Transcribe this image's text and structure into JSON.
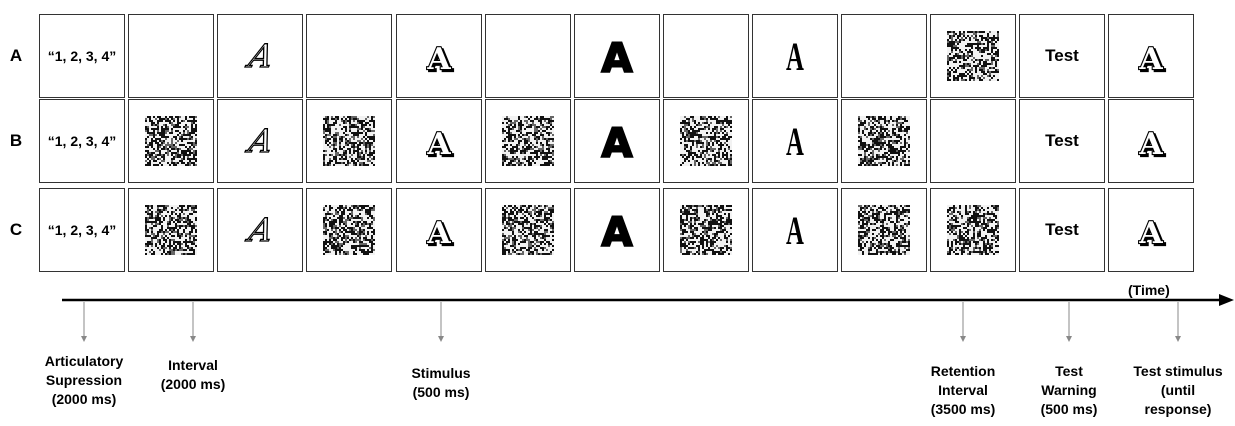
{
  "conditions": [
    {
      "label": "A",
      "cells": [
        {
          "type": "text",
          "text": "“1, 2, 3, 4”"
        },
        {
          "type": "blank"
        },
        {
          "type": "glyph",
          "font": "script"
        },
        {
          "type": "blank"
        },
        {
          "type": "glyph",
          "font": "decorative"
        },
        {
          "type": "blank"
        },
        {
          "type": "glyph",
          "font": "bold"
        },
        {
          "type": "blank"
        },
        {
          "type": "glyph",
          "font": "condensed"
        },
        {
          "type": "blank"
        },
        {
          "type": "noise"
        },
        {
          "type": "test",
          "text": "Test"
        },
        {
          "type": "glyph",
          "font": "decorative"
        }
      ]
    },
    {
      "label": "B",
      "cells": [
        {
          "type": "text",
          "text": "“1, 2, 3, 4”"
        },
        {
          "type": "noise"
        },
        {
          "type": "glyph",
          "font": "script"
        },
        {
          "type": "noise"
        },
        {
          "type": "glyph",
          "font": "decorative"
        },
        {
          "type": "noise"
        },
        {
          "type": "glyph",
          "font": "bold"
        },
        {
          "type": "noise"
        },
        {
          "type": "glyph",
          "font": "condensed"
        },
        {
          "type": "noise"
        },
        {
          "type": "blank"
        },
        {
          "type": "test",
          "text": "Test"
        },
        {
          "type": "glyph",
          "font": "decorative"
        }
      ]
    },
    {
      "label": "C",
      "cells": [
        {
          "type": "text",
          "text": "“1, 2, 3, 4”"
        },
        {
          "type": "noise"
        },
        {
          "type": "glyph",
          "font": "script"
        },
        {
          "type": "noise"
        },
        {
          "type": "glyph",
          "font": "decorative"
        },
        {
          "type": "noise"
        },
        {
          "type": "glyph",
          "font": "bold"
        },
        {
          "type": "noise"
        },
        {
          "type": "glyph",
          "font": "condensed"
        },
        {
          "type": "noise"
        },
        {
          "type": "noise"
        },
        {
          "type": "test",
          "text": "Test"
        },
        {
          "type": "glyph",
          "font": "decorative"
        }
      ]
    }
  ],
  "glyph_letter": "A",
  "timeline": {
    "time_label": "(Time)",
    "events": [
      {
        "lines": [
          "Articulatory",
          "Supression",
          "(2000 ms)"
        ]
      },
      {
        "lines": [
          "Interval",
          "(2000 ms)"
        ]
      },
      {
        "lines": [
          "Stimulus",
          "(500 ms)"
        ]
      },
      {
        "lines": [
          "Retention",
          "Interval",
          "(3500 ms)"
        ]
      },
      {
        "lines": [
          "Test",
          "Warning",
          "(500 ms)"
        ]
      },
      {
        "lines": [
          "Test stimulus",
          "(until",
          "response)"
        ]
      }
    ]
  },
  "colors": {
    "line": "#000000",
    "cell_border": "#333333",
    "tick": "#888888"
  }
}
